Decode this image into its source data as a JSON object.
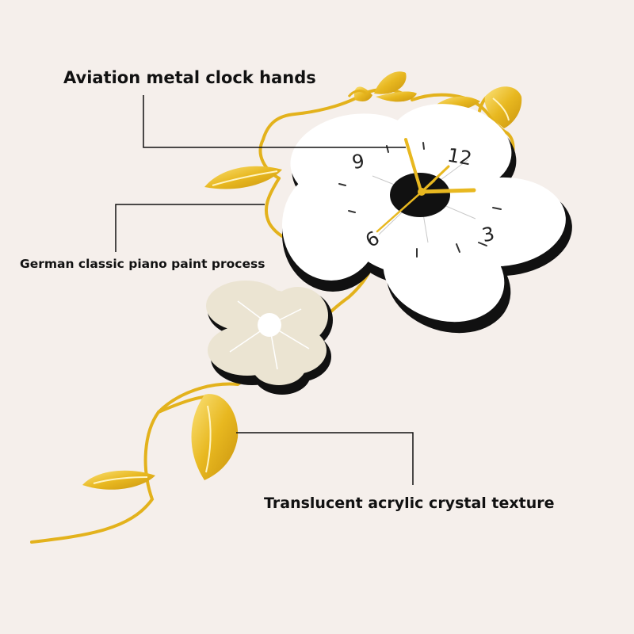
{
  "callouts": {
    "hands": "Aviation metal clock hands",
    "paint": "German classic piano paint process",
    "acrylic": "Translucent acrylic crystal texture"
  },
  "clock": {
    "numerals": {
      "twelve": "12",
      "three": "3",
      "six": "6",
      "nine": "9"
    }
  },
  "colors": {
    "background": "#f5efeb",
    "gold": "#e8b820",
    "gold_light": "#f6d34a",
    "petal_white": "#ffffff",
    "petal_shadow": "#111111",
    "small_flower": "#ebe4d2",
    "text": "#111111"
  }
}
